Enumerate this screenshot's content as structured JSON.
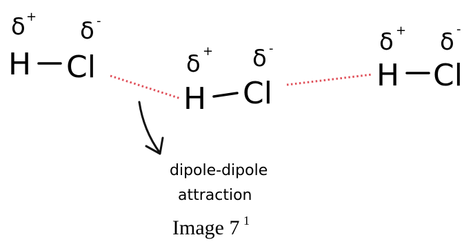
{
  "molecules": [
    {
      "hydrogen": "H",
      "chlorine": "Cl",
      "delta_symbol": "δ",
      "h_charge": "+",
      "cl_charge": "-"
    },
    {
      "hydrogen": "H",
      "chlorine": "Cl",
      "delta_symbol": "δ",
      "h_charge": "+",
      "cl_charge": "-"
    },
    {
      "hydrogen": "H",
      "chlorine": "Cl",
      "delta_symbol": "δ",
      "h_charge": "+",
      "cl_charge": "-"
    }
  ],
  "annotation": {
    "line1": "dipole-dipole",
    "line2": "attraction"
  },
  "caption": {
    "text": "Image 7",
    "superscript": "1"
  },
  "colors": {
    "attraction_line": "#e0505a",
    "text": "#000000"
  }
}
